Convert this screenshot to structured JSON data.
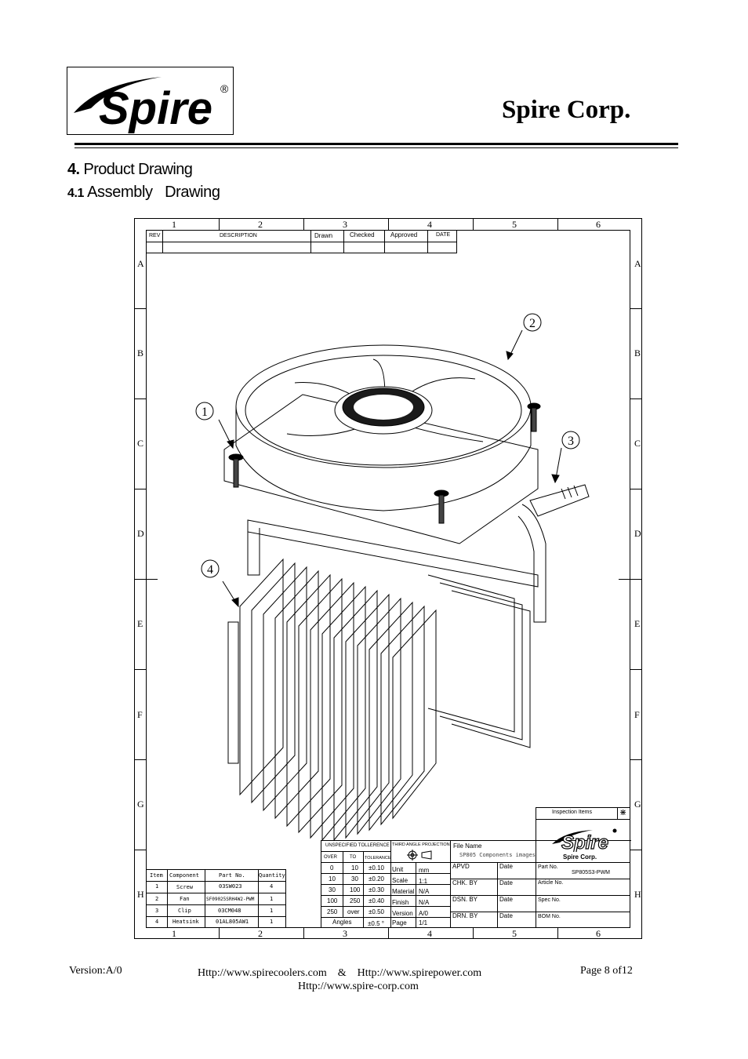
{
  "header": {
    "logo_text": "Spire",
    "logo_mark": "®",
    "company": "Spire Corp."
  },
  "section": {
    "num": "4.",
    "title": "Product Drawing",
    "sub_num": "4.1",
    "sub_title": "Assembly   Drawing"
  },
  "drawing": {
    "columns": [
      "1",
      "2",
      "3",
      "4",
      "5",
      "6"
    ],
    "rows": [
      "A",
      "B",
      "C",
      "D",
      "E",
      "F",
      "G",
      "H"
    ],
    "callouts": [
      "1",
      "2",
      "3",
      "4"
    ],
    "rev_table": {
      "headers": [
        "REV",
        "DESCRIPTION",
        "Drawn",
        "Checked",
        "Approved",
        "DATE"
      ]
    },
    "bom": {
      "headers": [
        "Item",
        "Component",
        "Part No.",
        "Quantity"
      ],
      "rows": [
        [
          "1",
          "Screw",
          "03SW023",
          "4"
        ],
        [
          "2",
          "Fan",
          "SF09025SRH4W2-PWM",
          "1"
        ],
        [
          "3",
          "Clip",
          "03CM048",
          "1"
        ],
        [
          "4",
          "Heatsink",
          "01AL805AW1",
          "1"
        ]
      ]
    },
    "tolerance": {
      "title": "UNSPECIFIED   TOLLERENCE",
      "headers": [
        "OVER",
        "TO",
        "TOLERANCE"
      ],
      "rows": [
        [
          "0",
          "10",
          "±0.10"
        ],
        [
          "10",
          "30",
          "±0.20"
        ],
        [
          "30",
          "100",
          "±0.30"
        ],
        [
          "100",
          "250",
          "±0.40"
        ],
        [
          "250",
          "over",
          "±0.50"
        ]
      ],
      "angles_label": "Angles",
      "angles_value": "±0.5 °"
    },
    "projection_label": "THIRD ANGLE PROJECTION",
    "specs": [
      [
        "Unit",
        "mm"
      ],
      [
        "Scale",
        "1:1"
      ],
      [
        "Material",
        "N/A"
      ],
      [
        "Finish",
        "N/A"
      ],
      [
        "Version",
        "A/0"
      ],
      [
        "Page",
        "1/1"
      ]
    ],
    "file_name_label": "File Name",
    "file_name": "SP805 Components images",
    "sign": [
      [
        "APVD",
        "Date"
      ],
      [
        "CHK. BY",
        "Date"
      ],
      [
        "DSN. BY",
        "Date"
      ],
      [
        "DRN. BY",
        "Date"
      ]
    ],
    "inspection_label": "Inspection  Items",
    "inspection_mark": "⋇",
    "title_logo": "Spire",
    "title_company": "Spire  Corp.",
    "part_no_label": "Part No.",
    "part_no": "SP805S3-PWM",
    "article_label": "Article No.",
    "spec_label": "Spec No.",
    "bom_label": "BOM No."
  },
  "footer": {
    "version": "Version:A/0",
    "url_line1": "Http://www.spirecoolers.com    &    Http://www.spirepower.com",
    "url_line2": "Http://www.spire-corp.com",
    "page": "Page 8 of12"
  }
}
